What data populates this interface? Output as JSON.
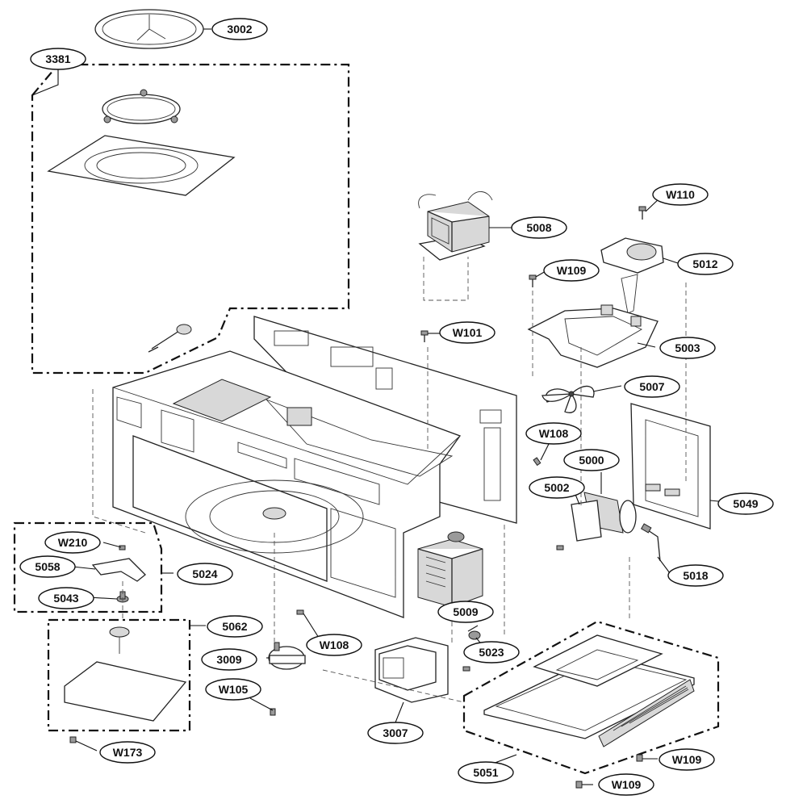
{
  "callouts": [
    {
      "id": "c-3002",
      "label": "3002"
    },
    {
      "id": "c-3381",
      "label": "3381"
    },
    {
      "id": "c-5008",
      "label": "5008"
    },
    {
      "id": "c-W110",
      "label": "W110"
    },
    {
      "id": "c-5012",
      "label": "5012"
    },
    {
      "id": "c-W109a",
      "label": "W109"
    },
    {
      "id": "c-W101",
      "label": "W101"
    },
    {
      "id": "c-5003",
      "label": "5003"
    },
    {
      "id": "c-5007",
      "label": "5007"
    },
    {
      "id": "c-W108a",
      "label": "W108"
    },
    {
      "id": "c-5000",
      "label": "5000"
    },
    {
      "id": "c-5002",
      "label": "5002"
    },
    {
      "id": "c-5049",
      "label": "5049"
    },
    {
      "id": "c-W210",
      "label": "W210"
    },
    {
      "id": "c-5058",
      "label": "5058"
    },
    {
      "id": "c-5024",
      "label": "5024"
    },
    {
      "id": "c-5043",
      "label": "5043"
    },
    {
      "id": "c-5018",
      "label": "5018"
    },
    {
      "id": "c-5009",
      "label": "5009"
    },
    {
      "id": "c-5062",
      "label": "5062"
    },
    {
      "id": "c-W108b",
      "label": "W108"
    },
    {
      "id": "c-5023",
      "label": "5023"
    },
    {
      "id": "c-3009",
      "label": "3009"
    },
    {
      "id": "c-W105",
      "label": "W105"
    },
    {
      "id": "c-3007",
      "label": "3007"
    },
    {
      "id": "c-W173",
      "label": "W173"
    },
    {
      "id": "c-W109b",
      "label": "W109"
    },
    {
      "id": "c-5051",
      "label": "5051"
    },
    {
      "id": "c-W109c",
      "label": "W109"
    }
  ]
}
